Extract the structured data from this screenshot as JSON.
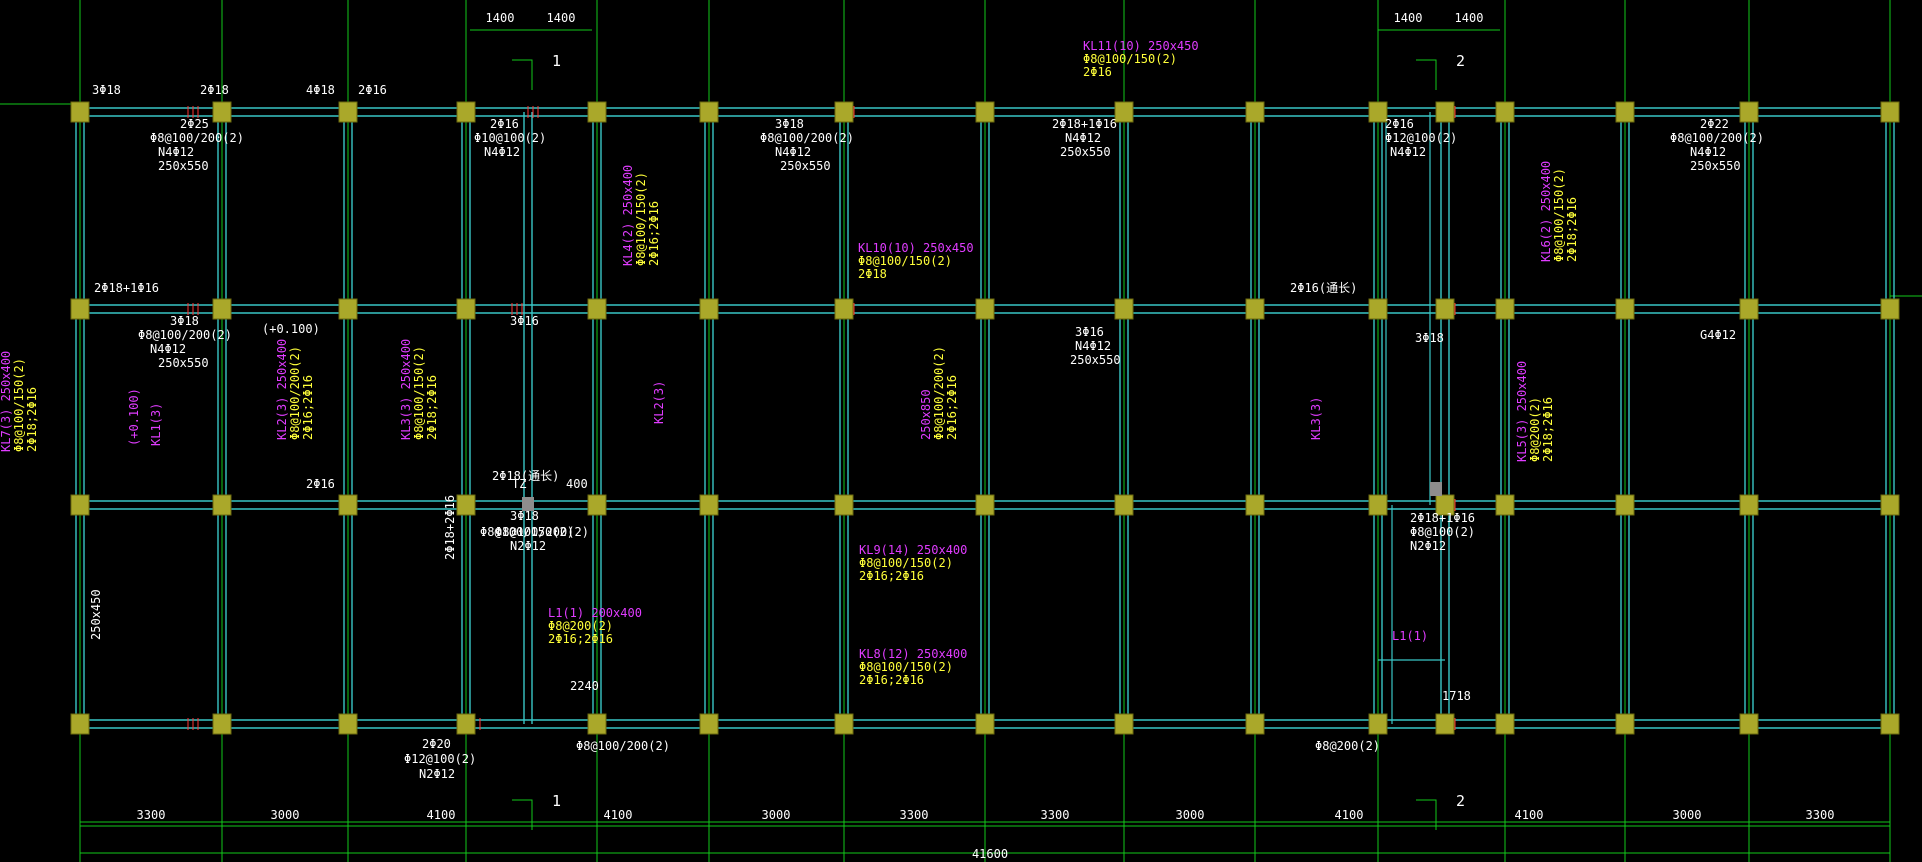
{
  "colors": {
    "background": "#000000",
    "beam_outline": "#39c6c6",
    "axis_line": "#12c81a",
    "column_fill": "#aaa82a",
    "text_white": "#ffffff",
    "text_yellow": "#ffff3a",
    "text_magenta": "#e03cff",
    "rebar_red": "#ff3434"
  },
  "overall_dimension": "41600",
  "span_dimensions": [
    "3300",
    "3000",
    "4100",
    "4100",
    "3000",
    "3300",
    "3300",
    "3000",
    "4100",
    "4100",
    "3000",
    "3300"
  ],
  "top_dimensions": [
    "1400",
    "1400",
    "1400",
    "1400"
  ],
  "section_marks": [
    "1",
    "2",
    "1",
    "2"
  ],
  "beam_labels": [
    {
      "text": "KL11(10) 250x450",
      "color": "magenta"
    },
    {
      "text": "Φ8@100/150(2)",
      "color": "yellow"
    },
    {
      "text": "2Φ16",
      "color": "yellow"
    },
    {
      "text": "KL10(10) 250x450",
      "color": "magenta"
    },
    {
      "text": "Φ8@100/150(2)",
      "color": "yellow"
    },
    {
      "text": "2Φ18",
      "color": "yellow"
    },
    {
      "text": "KL9(14) 250x400",
      "color": "magenta"
    },
    {
      "text": "Φ8@100/150(2)",
      "color": "yellow"
    },
    {
      "text": "2Φ16;2Φ16",
      "color": "yellow"
    },
    {
      "text": "KL8(12) 250x400",
      "color": "magenta"
    },
    {
      "text": "Φ8@100/150(2)",
      "color": "yellow"
    },
    {
      "text": "2Φ16;2Φ16",
      "color": "yellow"
    },
    {
      "text": "L1(1) 200x400",
      "color": "magenta"
    },
    {
      "text": "Φ8@200(2)",
      "color": "yellow"
    },
    {
      "text": "2Φ16;2Φ16",
      "color": "yellow"
    },
    {
      "text": "L1(1)",
      "color": "magenta"
    },
    {
      "text": "KL4(2) 250x400",
      "color": "magenta"
    },
    {
      "text": "Φ8@100/150(2)",
      "color": "yellow"
    },
    {
      "text": "2Φ16;2Φ16",
      "color": "yellow"
    },
    {
      "text": "KL6(2) 250x400",
      "color": "magenta"
    },
    {
      "text": "Φ8@100/150(2)",
      "color": "yellow"
    },
    {
      "text": "2Φ18;2Φ16",
      "color": "yellow"
    },
    {
      "text": "KL7(3) 250x400",
      "color": "magenta"
    },
    {
      "text": "Φ8@100/150(2)",
      "color": "yellow"
    },
    {
      "text": "2Φ18;2Φ16",
      "color": "yellow"
    },
    {
      "text": "KL2(3) 250x400",
      "color": "magenta"
    },
    {
      "text": "Φ8@100/200(2)",
      "color": "yellow"
    },
    {
      "text": "2Φ16;2Φ16",
      "color": "yellow"
    },
    {
      "text": "KL3(3) 250x400",
      "color": "magenta"
    },
    {
      "text": "Φ8@100/150(2)",
      "color": "yellow"
    },
    {
      "text": "2Φ18;2Φ16",
      "color": "yellow"
    },
    {
      "text": "KL5(3) 250x400",
      "color": "magenta"
    },
    {
      "text": "Φ8@200(2)",
      "color": "yellow"
    },
    {
      "text": "2Φ18;2Φ16",
      "color": "yellow"
    },
    {
      "text": "250x850",
      "color": "magenta"
    },
    {
      "text": "Φ8@100/200(2)",
      "color": "yellow"
    },
    {
      "text": "2Φ16;2Φ16",
      "color": "yellow"
    },
    {
      "text": "KL1(3)",
      "color": "magenta"
    },
    {
      "text": "KL2(3)",
      "color": "magenta"
    },
    {
      "text": "KL3(3)",
      "color": "magenta"
    },
    {
      "text": "(+0.100)",
      "color": "magenta"
    }
  ],
  "white_annotations": [
    {
      "text": "3Φ18"
    },
    {
      "text": "2Φ18"
    },
    {
      "text": "4Φ18"
    },
    {
      "text": "2Φ16"
    },
    {
      "text": "2Φ25"
    },
    {
      "text": "Φ8@100/200(2)"
    },
    {
      "text": "N4Φ12"
    },
    {
      "text": "250x550"
    },
    {
      "text": "2Φ16"
    },
    {
      "text": "Φ10@100(2)"
    },
    {
      "text": "N4Φ12"
    },
    {
      "text": "3Φ18"
    },
    {
      "text": "Φ8@100/200(2)"
    },
    {
      "text": "N4Φ12"
    },
    {
      "text": "250x550"
    },
    {
      "text": "2Φ18+1Φ16"
    },
    {
      "text": "N4Φ12"
    },
    {
      "text": "250x550"
    },
    {
      "text": "2Φ16"
    },
    {
      "text": "Φ12@100(2)"
    },
    {
      "text": "N4Φ12"
    },
    {
      "text": "2Φ22"
    },
    {
      "text": "Φ8@100/200(2)"
    },
    {
      "text": "N4Φ12"
    },
    {
      "text": "250x550"
    },
    {
      "text": "2Φ18+1Φ16"
    },
    {
      "text": "2Φ16(通长)"
    },
    {
      "text": "3Φ18"
    },
    {
      "text": "Φ8@100/200(2)"
    },
    {
      "text": "N4Φ12"
    },
    {
      "text": "250x550"
    },
    {
      "text": "(+0.100)"
    },
    {
      "text": "3Φ16"
    },
    {
      "text": "G4Φ12"
    },
    {
      "text": "3Φ16"
    },
    {
      "text": "N4Φ12"
    },
    {
      "text": "250x550"
    },
    {
      "text": "2Φ18(通长)"
    },
    {
      "text": "Φ8@100/150(2)"
    },
    {
      "text": "3Φ18"
    },
    {
      "text": "Φ8@100/200(2)"
    },
    {
      "text": "N2Φ12"
    },
    {
      "text": "2Φ18+1Φ16"
    },
    {
      "text": "Φ8@100(2)"
    },
    {
      "text": "N2Φ12"
    },
    {
      "text": "250x450"
    },
    {
      "text": "2Φ18+2Φ16"
    },
    {
      "text": "Φ8@100/200(2)"
    },
    {
      "text": "2Φ20"
    },
    {
      "text": "Φ12@100(2)"
    },
    {
      "text": "N2Φ12"
    },
    {
      "text": "Φ8@200(2)"
    },
    {
      "text": "2240"
    },
    {
      "text": "1718"
    },
    {
      "text": "400"
    },
    {
      "text": "TZ"
    },
    {
      "text": "2Φ16"
    },
    {
      "text": "3Φ18"
    }
  ]
}
